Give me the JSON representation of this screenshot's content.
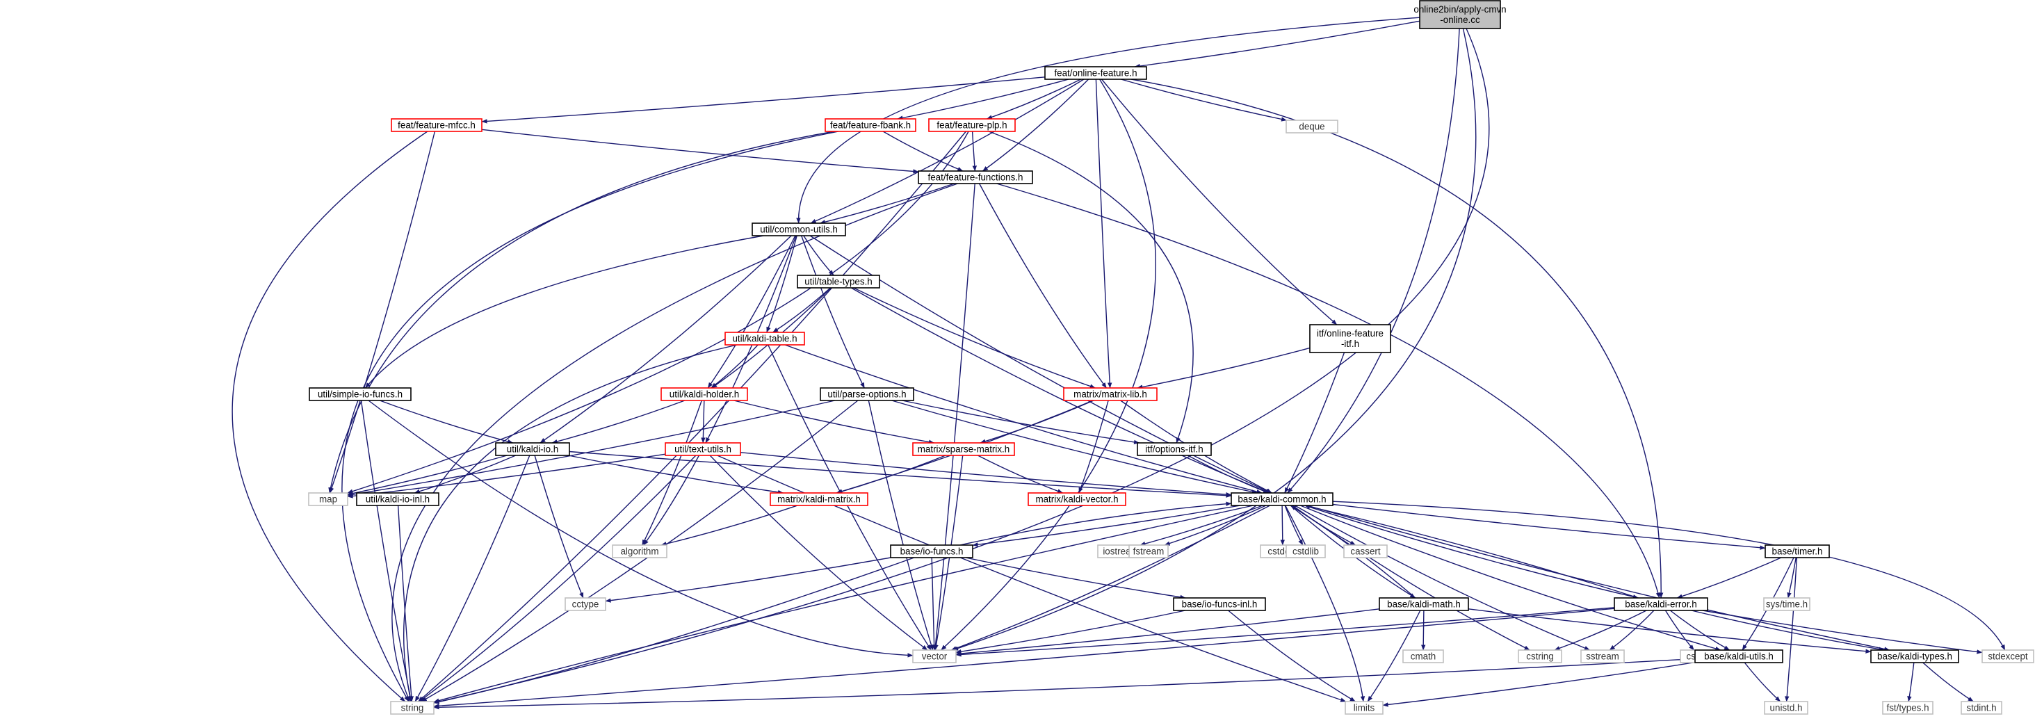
{
  "colors": {
    "edge": "#191970",
    "root_fill": "#bfbfbf",
    "node_border": "#000000",
    "node_text": "#000000",
    "undocumented_border": "#ff0000",
    "undocumented_text": "#ff0000",
    "external_border": "#bfbfbf",
    "external_text": "#333333"
  },
  "nodes": [
    {
      "id": "root",
      "label": "online2bin/apply-cmvn\n-online.cc",
      "style": "root"
    },
    {
      "id": "online_feature",
      "label": "feat/online-feature.h",
      "style": "doc"
    },
    {
      "id": "feature_mfcc",
      "label": "feat/feature-mfcc.h",
      "style": "red"
    },
    {
      "id": "feature_fbank",
      "label": "feat/feature-fbank.h",
      "style": "red"
    },
    {
      "id": "feature_plp",
      "label": "feat/feature-plp.h",
      "style": "red"
    },
    {
      "id": "deque",
      "label": "deque",
      "style": "ext"
    },
    {
      "id": "feature_functions",
      "label": "feat/feature-functions.h",
      "style": "doc"
    },
    {
      "id": "common_utils",
      "label": "util/common-utils.h",
      "style": "doc"
    },
    {
      "id": "table_types",
      "label": "util/table-types.h",
      "style": "doc"
    },
    {
      "id": "kaldi_table",
      "label": "util/kaldi-table.h",
      "style": "red"
    },
    {
      "id": "online_feature_itf",
      "label": "itf/online-feature\n-itf.h",
      "style": "doc"
    },
    {
      "id": "matrix_lib",
      "label": "matrix/matrix-lib.h",
      "style": "red"
    },
    {
      "id": "simple_io_funcs",
      "label": "util/simple-io-funcs.h",
      "style": "doc"
    },
    {
      "id": "kaldi_holder",
      "label": "util/kaldi-holder.h",
      "style": "red"
    },
    {
      "id": "parse_options",
      "label": "util/parse-options.h",
      "style": "doc"
    },
    {
      "id": "options_itf",
      "label": "itf/options-itf.h",
      "style": "doc"
    },
    {
      "id": "kaldi_io",
      "label": "util/kaldi-io.h",
      "style": "doc"
    },
    {
      "id": "text_utils",
      "label": "util/text-utils.h",
      "style": "red"
    },
    {
      "id": "sparse_matrix",
      "label": "matrix/sparse-matrix.h",
      "style": "red"
    },
    {
      "id": "map",
      "label": "map",
      "style": "ext"
    },
    {
      "id": "kaldi_io_inl",
      "label": "util/kaldi-io-inl.h",
      "style": "doc"
    },
    {
      "id": "kaldi_matrix",
      "label": "matrix/kaldi-matrix.h",
      "style": "red"
    },
    {
      "id": "kaldi_vector",
      "label": "matrix/kaldi-vector.h",
      "style": "red"
    },
    {
      "id": "kaldi_common",
      "label": "base/kaldi-common.h",
      "style": "doc"
    },
    {
      "id": "algorithm",
      "label": "algorithm",
      "style": "ext"
    },
    {
      "id": "io_funcs",
      "label": "base/io-funcs.h",
      "style": "doc"
    },
    {
      "id": "iostream",
      "label": "iostream",
      "style": "ext"
    },
    {
      "id": "fstream",
      "label": "fstream",
      "style": "ext"
    },
    {
      "id": "cstddef",
      "label": "cstddef",
      "style": "ext"
    },
    {
      "id": "cstdlib",
      "label": "cstdlib",
      "style": "ext"
    },
    {
      "id": "cassert",
      "label": "cassert",
      "style": "ext"
    },
    {
      "id": "timer",
      "label": "base/timer.h",
      "style": "doc"
    },
    {
      "id": "cctype",
      "label": "cctype",
      "style": "ext"
    },
    {
      "id": "io_funcs_inl",
      "label": "base/io-funcs-inl.h",
      "style": "doc"
    },
    {
      "id": "kaldi_math",
      "label": "base/kaldi-math.h",
      "style": "doc"
    },
    {
      "id": "kaldi_error",
      "label": "base/kaldi-error.h",
      "style": "doc"
    },
    {
      "id": "sys_time",
      "label": "sys/time.h",
      "style": "ext"
    },
    {
      "id": "vector",
      "label": "vector",
      "style": "ext"
    },
    {
      "id": "cmath",
      "label": "cmath",
      "style": "ext"
    },
    {
      "id": "cstring",
      "label": "cstring",
      "style": "ext"
    },
    {
      "id": "sstream",
      "label": "sstream",
      "style": "ext"
    },
    {
      "id": "cstdio",
      "label": "cstdio",
      "style": "ext"
    },
    {
      "id": "kaldi_utils",
      "label": "base/kaldi-utils.h",
      "style": "doc"
    },
    {
      "id": "kaldi_types",
      "label": "base/kaldi-types.h",
      "style": "doc"
    },
    {
      "id": "stdexcept",
      "label": "stdexcept",
      "style": "ext"
    },
    {
      "id": "string",
      "label": "string",
      "style": "ext"
    },
    {
      "id": "limits",
      "label": "limits",
      "style": "ext"
    },
    {
      "id": "unistd",
      "label": "unistd.h",
      "style": "ext"
    },
    {
      "id": "fst_types",
      "label": "fst/types.h",
      "style": "ext"
    },
    {
      "id": "stdint",
      "label": "stdint.h",
      "style": "ext"
    }
  ],
  "edges": [
    [
      "root",
      "online_feature"
    ],
    [
      "root",
      "common_utils"
    ],
    [
      "root",
      "kaldi_common"
    ],
    [
      "root",
      "vector"
    ],
    [
      "root",
      "string"
    ],
    [
      "online_feature",
      "feature_mfcc"
    ],
    [
      "online_feature",
      "feature_fbank"
    ],
    [
      "online_feature",
      "feature_plp"
    ],
    [
      "online_feature",
      "deque"
    ],
    [
      "online_feature",
      "feature_functions"
    ],
    [
      "online_feature",
      "common_utils"
    ],
    [
      "online_feature",
      "online_feature_itf"
    ],
    [
      "online_feature",
      "matrix_lib"
    ],
    [
      "online_feature",
      "kaldi_error"
    ],
    [
      "online_feature",
      "vector"
    ],
    [
      "feature_mfcc",
      "map"
    ],
    [
      "feature_mfcc",
      "string"
    ],
    [
      "feature_mfcc",
      "feature_functions"
    ],
    [
      "feature_fbank",
      "map"
    ],
    [
      "feature_fbank",
      "string"
    ],
    [
      "feature_fbank",
      "feature_functions"
    ],
    [
      "feature_plp",
      "map"
    ],
    [
      "feature_plp",
      "string"
    ],
    [
      "feature_plp",
      "feature_functions"
    ],
    [
      "feature_plp",
      "options_itf"
    ],
    [
      "feature_functions",
      "common_utils"
    ],
    [
      "feature_functions",
      "matrix_lib"
    ],
    [
      "feature_functions",
      "string"
    ],
    [
      "feature_functions",
      "vector"
    ],
    [
      "feature_functions",
      "kaldi_error"
    ],
    [
      "common_utils",
      "table_types"
    ],
    [
      "common_utils",
      "kaldi_table"
    ],
    [
      "common_utils",
      "kaldi_holder"
    ],
    [
      "common_utils",
      "simple_io_funcs"
    ],
    [
      "common_utils",
      "parse_options"
    ],
    [
      "common_utils",
      "kaldi_io"
    ],
    [
      "common_utils",
      "text_utils"
    ],
    [
      "common_utils",
      "kaldi_common"
    ],
    [
      "table_types",
      "kaldi_table"
    ],
    [
      "table_types",
      "kaldi_holder"
    ],
    [
      "table_types",
      "matrix_lib"
    ],
    [
      "table_types",
      "kaldi_common"
    ],
    [
      "kaldi_table",
      "kaldi_holder"
    ],
    [
      "kaldi_table",
      "string"
    ],
    [
      "kaldi_table",
      "vector"
    ],
    [
      "kaldi_table",
      "kaldi_common"
    ],
    [
      "online_feature_itf",
      "matrix_lib"
    ],
    [
      "online_feature_itf",
      "kaldi_common"
    ],
    [
      "matrix_lib",
      "sparse_matrix"
    ],
    [
      "matrix_lib",
      "kaldi_matrix"
    ],
    [
      "matrix_lib",
      "kaldi_vector"
    ],
    [
      "matrix_lib",
      "kaldi_common"
    ],
    [
      "simple_io_funcs",
      "kaldi_io"
    ],
    [
      "simple_io_funcs",
      "string"
    ],
    [
      "simple_io_funcs",
      "vector"
    ],
    [
      "kaldi_holder",
      "kaldi_io"
    ],
    [
      "kaldi_holder",
      "text_utils"
    ],
    [
      "kaldi_holder",
      "algorithm"
    ],
    [
      "kaldi_holder",
      "sparse_matrix"
    ],
    [
      "parse_options",
      "map"
    ],
    [
      "parse_options",
      "string"
    ],
    [
      "parse_options",
      "vector"
    ],
    [
      "parse_options",
      "options_itf"
    ],
    [
      "parse_options",
      "kaldi_common"
    ],
    [
      "options_itf",
      "kaldi_common"
    ],
    [
      "kaldi_io",
      "map"
    ],
    [
      "kaldi_io",
      "kaldi_io_inl"
    ],
    [
      "kaldi_io",
      "cctype"
    ],
    [
      "kaldi_io",
      "string"
    ],
    [
      "kaldi_io",
      "kaldi_matrix"
    ],
    [
      "kaldi_io",
      "kaldi_common"
    ],
    [
      "text_utils",
      "map"
    ],
    [
      "text_utils",
      "algorithm"
    ],
    [
      "text_utils",
      "string"
    ],
    [
      "text_utils",
      "vector"
    ],
    [
      "text_utils",
      "limits"
    ],
    [
      "text_utils",
      "kaldi_common"
    ],
    [
      "sparse_matrix",
      "kaldi_matrix"
    ],
    [
      "sparse_matrix",
      "kaldi_vector"
    ],
    [
      "sparse_matrix",
      "vector"
    ],
    [
      "kaldi_io_inl",
      "string"
    ],
    [
      "kaldi_matrix",
      "algorithm"
    ],
    [
      "kaldi_common",
      "io_funcs"
    ],
    [
      "kaldi_common",
      "iostream"
    ],
    [
      "kaldi_common",
      "fstream"
    ],
    [
      "kaldi_common",
      "cstddef"
    ],
    [
      "kaldi_common",
      "cstdlib"
    ],
    [
      "kaldi_common",
      "cassert"
    ],
    [
      "kaldi_common",
      "timer"
    ],
    [
      "kaldi_common",
      "kaldi_math"
    ],
    [
      "kaldi_common",
      "kaldi_error"
    ],
    [
      "kaldi_common",
      "kaldi_utils"
    ],
    [
      "kaldi_common",
      "kaldi_types"
    ],
    [
      "kaldi_common",
      "stdexcept"
    ],
    [
      "kaldi_common",
      "cstring"
    ],
    [
      "kaldi_common",
      "sstream"
    ],
    [
      "kaldi_common",
      "string"
    ],
    [
      "kaldi_common",
      "vector"
    ],
    [
      "kaldi_common",
      "limits"
    ],
    [
      "io_funcs",
      "kaldi_common"
    ],
    [
      "io_funcs",
      "cctype"
    ],
    [
      "io_funcs",
      "io_funcs_inl"
    ],
    [
      "io_funcs",
      "string"
    ],
    [
      "io_funcs",
      "vector"
    ],
    [
      "io_funcs_inl",
      "vector"
    ],
    [
      "io_funcs_inl",
      "limits"
    ],
    [
      "timer",
      "kaldi_error"
    ],
    [
      "timer",
      "sys_time"
    ],
    [
      "timer",
      "unistd"
    ],
    [
      "timer",
      "kaldi_utils"
    ],
    [
      "kaldi_math",
      "kaldi_common"
    ],
    [
      "kaldi_math",
      "cmath"
    ],
    [
      "kaldi_math",
      "limits"
    ],
    [
      "kaldi_math",
      "vector"
    ],
    [
      "kaldi_math",
      "kaldi_types"
    ],
    [
      "kaldi_error",
      "kaldi_common"
    ],
    [
      "kaldi_error",
      "vector"
    ],
    [
      "kaldi_error",
      "cstring"
    ],
    [
      "kaldi_error",
      "sstream"
    ],
    [
      "kaldi_error",
      "cstdio"
    ],
    [
      "kaldi_error",
      "kaldi_utils"
    ],
    [
      "kaldi_error",
      "kaldi_types"
    ],
    [
      "kaldi_error",
      "stdexcept"
    ],
    [
      "kaldi_error",
      "string"
    ],
    [
      "kaldi_utils",
      "string"
    ],
    [
      "kaldi_utils",
      "limits"
    ],
    [
      "kaldi_utils",
      "unistd"
    ],
    [
      "kaldi_types",
      "fst_types"
    ],
    [
      "kaldi_types",
      "stdint"
    ]
  ]
}
